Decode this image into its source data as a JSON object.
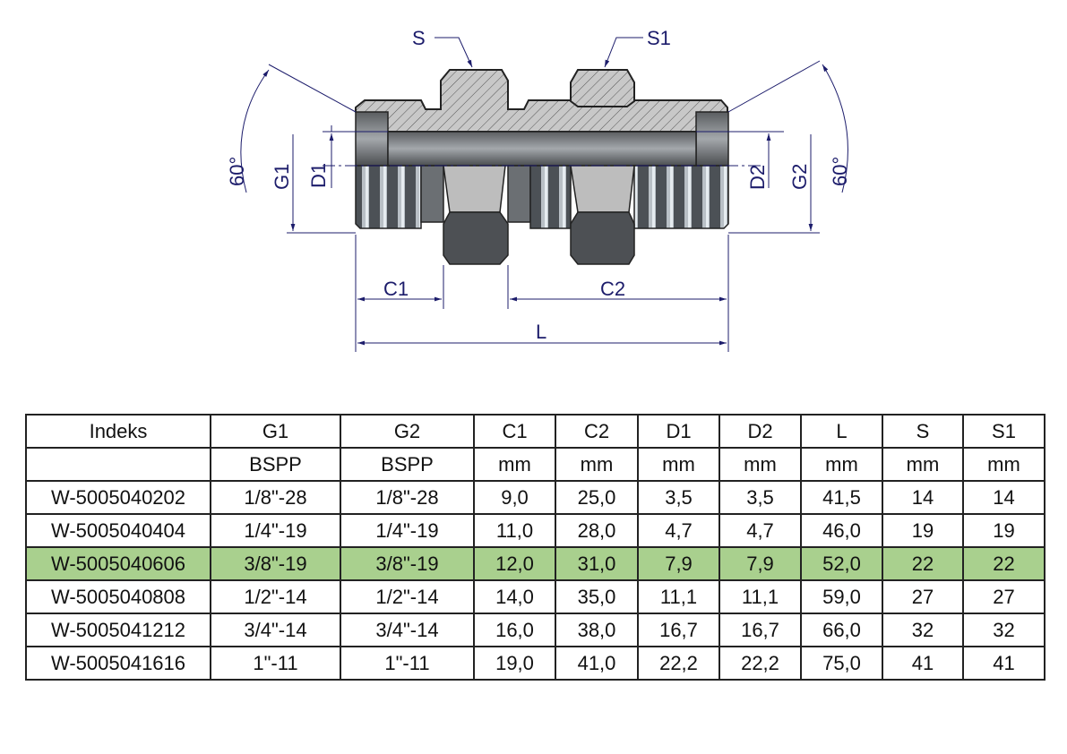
{
  "drawing": {
    "labels": {
      "S": "S",
      "S1": "S1",
      "G1": "G1",
      "D1": "D1",
      "D2": "D2",
      "G2": "G2",
      "angle_left": "60°",
      "angle_right": "60°",
      "C1": "C1",
      "C2": "C2",
      "L": "L"
    },
    "line_color": "#1c1c6b"
  },
  "table": {
    "headers": [
      "Indeks",
      "G1",
      "G2",
      "C1",
      "C2",
      "D1",
      "D2",
      "L",
      "S",
      "S1"
    ],
    "units": [
      "",
      "BSPP",
      "BSPP",
      "mm",
      "mm",
      "mm",
      "mm",
      "mm",
      "mm",
      "mm"
    ],
    "highlight_color": "#a9d08e",
    "rows": [
      [
        "W-5005040202",
        "1/8\"-28",
        "1/8\"-28",
        "9,0",
        "25,0",
        "3,5",
        "3,5",
        "41,5",
        "14",
        "14"
      ],
      [
        "W-5005040404",
        "1/4\"-19",
        "1/4\"-19",
        "11,0",
        "28,0",
        "4,7",
        "4,7",
        "46,0",
        "19",
        "19"
      ],
      [
        "W-5005040606",
        "3/8\"-19",
        "3/8\"-19",
        "12,0",
        "31,0",
        "7,9",
        "7,9",
        "52,0",
        "22",
        "22"
      ],
      [
        "W-5005040808",
        "1/2\"-14",
        "1/2\"-14",
        "14,0",
        "35,0",
        "11,1",
        "11,1",
        "59,0",
        "27",
        "27"
      ],
      [
        "W-5005041212",
        "3/4\"-14",
        "3/4\"-14",
        "16,0",
        "38,0",
        "16,7",
        "16,7",
        "66,0",
        "32",
        "32"
      ],
      [
        "W-5005041616",
        "1\"-11",
        "1\"-11",
        "19,0",
        "41,0",
        "22,2",
        "22,2",
        "75,0",
        "41",
        "41"
      ]
    ],
    "highlighted_row": 2
  }
}
